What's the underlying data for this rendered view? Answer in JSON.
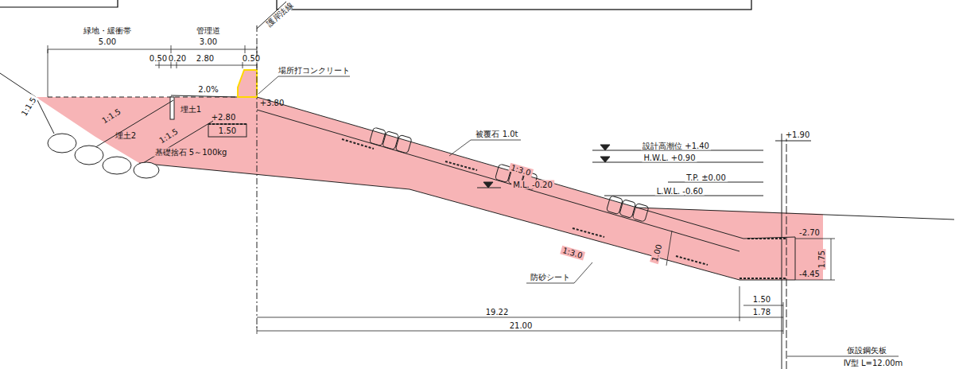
{
  "diagram": {
    "labels": [
      "緑地・緩衝帯",
      "5.00",
      "管理道",
      "3.00",
      "0.50",
      "0.20",
      "2.80",
      "0.50",
      "護岸法線",
      "場所打コンクリート",
      "2.0%",
      "+3.80",
      "1:1.5",
      "埋土1",
      "+2.80",
      "1.50",
      "埋土2",
      "1:1.5",
      "1:1.5",
      "基礎捨石 5～100kg",
      "被覆石 1.0t",
      "設計高潮位 +1.40",
      "H.W.L. +0.90",
      "T.P. ±0.00",
      "M.L. -0.20",
      "L.W.L. -0.60",
      "1:3.0",
      "1:3.0",
      "1.00",
      "防砂シート",
      "+1.90",
      "-2.70",
      "1.75",
      "-4.45",
      "1.50",
      "1.78",
      "19.22",
      "21.00",
      "仮設鋼矢板",
      "Ⅳ型 L=12.00m"
    ]
  }
}
